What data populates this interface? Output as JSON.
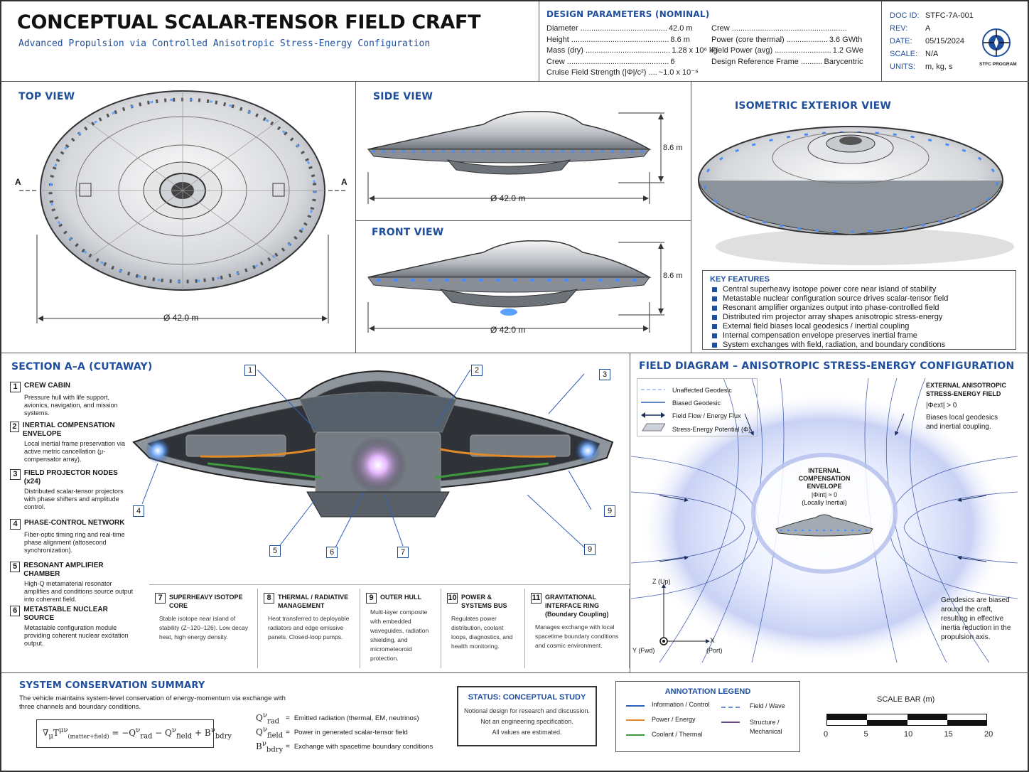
{
  "header": {
    "title": "CONCEPTUAL SCALAR-TENSOR FIELD CRAFT",
    "subtitle": "Advanced Propulsion via Controlled Anisotropic Stress-Energy Configuration"
  },
  "design_params": {
    "title": "DESIGN PARAMETERS (NOMINAL)",
    "left": [
      {
        "label": "Diameter ........................................",
        "value": "42.0 m"
      },
      {
        "label": "Height .............................................",
        "value": "8.6 m"
      },
      {
        "label": "Mass (dry) .......................................",
        "value": "1.28 x 10⁶ kg"
      },
      {
        "label": "Crew ...............................................",
        "value": "6"
      },
      {
        "label": "Cruise Field Strength (|Φ|/c²) ....",
        "value": "~1.0 x 10⁻⁶"
      }
    ],
    "right": [
      {
        "label": "Crew .....................................................",
        "value": ""
      },
      {
        "label": "Power (core thermal) ...................",
        "value": "3.6 GWth"
      },
      {
        "label": "Field Power (avg) ..........................",
        "value": "1.2 GWe"
      },
      {
        "label": "Design Reference Frame ..........",
        "value": "Barycentric"
      }
    ]
  },
  "doc": {
    "doc_id_label": "DOC ID:",
    "doc_id": "STFC-7A-001",
    "rev_label": "REV:",
    "rev": "A",
    "date_label": "DATE:",
    "date": "05/15/2024",
    "scale_label": "SCALE:",
    "scale": "N/A",
    "units_label": "UNITS:",
    "units": "m, kg, s",
    "program": "STFC PROGRAM"
  },
  "views": {
    "top": "TOP VIEW",
    "side": "SIDE VIEW",
    "front": "FRONT VIEW",
    "iso": "ISOMETRIC EXTERIOR VIEW",
    "section_marker": "A",
    "diameter": "Ø 42.0 m",
    "height": "8.6 m"
  },
  "key_features": {
    "title": "KEY FEATURES",
    "items": [
      "Central superheavy isotope power core near island of stability",
      "Metastable nuclear configuration source drives scalar-tensor field",
      "Resonant amplifier organizes output into phase-controlled field",
      "Distributed rim projector array shapes anisotropic stress-energy",
      "External field biases local geodesics / inertial coupling",
      "Internal compensation envelope preserves inertial frame",
      "System exchanges with field, radiation, and boundary conditions"
    ]
  },
  "section": {
    "title": "SECTION A–A (CUTAWAY)",
    "annotations": [
      {
        "n": "1",
        "head": "CREW CABIN",
        "body": "Pressure hull with life support, avionics, navigation, and mission systems."
      },
      {
        "n": "2",
        "head": "INERTIAL COMPENSATION ENVELOPE",
        "body": "Local inertial frame preservation via active metric cancellation (μ-compensator array)."
      },
      {
        "n": "3",
        "head": "FIELD PROJECTOR NODES (x24)",
        "body": "Distributed scalar-tensor projectors with phase shifters and amplitude control."
      },
      {
        "n": "4",
        "head": "PHASE-CONTROL NETWORK",
        "body": "Fiber-optic timing ring and real-time phase alignment (attosecond synchronization)."
      },
      {
        "n": "5",
        "head": "RESONANT AMPLIFIER CHAMBER",
        "body": "High-Q metamaterial resonator amplifies and conditions source output into coherent field."
      },
      {
        "n": "6",
        "head": "METASTABLE NUCLEAR SOURCE",
        "body": "Metastable configuration module providing coherent nuclear excitation output."
      }
    ],
    "callouts": [
      "1",
      "2",
      "3",
      "4",
      "5",
      "6",
      "7",
      "9",
      "9"
    ],
    "bottom": [
      {
        "n": "7",
        "head": "SUPERHEAVY ISOTOPE CORE",
        "body": "Stable isotope near island of stability (Z~120–126). Low decay heat, high energy density."
      },
      {
        "n": "8",
        "head": "THERMAL / RADIATIVE MANAGEMENT",
        "body": "Heat transferred to deployable radiators and edge emissive panels. Closed-loop pumps."
      },
      {
        "n": "9",
        "head": "OUTER HULL",
        "body": "Multi-layer composite with embedded waveguides, radiation shielding, and micrometeoroid protection."
      },
      {
        "n": "10",
        "head": "POWER & SYSTEMS BUS",
        "body": "Regulates power distribution, coolant loops, diagnostics, and health monitoring."
      },
      {
        "n": "11",
        "head": "GRAVITATIONAL INTERFACE RING (Boundary Coupling)",
        "body": "Manages exchange with local spacetime boundary conditions and cosmic environment."
      }
    ]
  },
  "field": {
    "title": "FIELD DIAGRAM – ANISOTROPIC STRESS-ENERGY CONFIGURATION",
    "legend": [
      "Unaffected Geodesic",
      "Biased Geodesic",
      "Field Flow / Energy Flux",
      "Stress-Energy Potential (Φ)"
    ],
    "ext_title": "EXTERNAL ANISOTROPIC STRESS-ENERGY FIELD",
    "ext_eq": "|Φext| > 0",
    "ext_body": "Biases local geodesics and inertial coupling.",
    "int_title": "INTERNAL COMPENSATION ENVELOPE",
    "int_eq": "|Φint| ≈ 0",
    "int_body": "(Locally Inertial)",
    "note": "Geodesics are biased around the craft, resulting in effective inertia reduction in the propulsion axis.",
    "axis_z": "Z (Up)",
    "axis_x": "X",
    "axis_port": "(Port)",
    "axis_fwd": "Y (Fwd)"
  },
  "conservation": {
    "title": "SYSTEM CONSERVATION SUMMARY",
    "text": "The vehicle maintains system-level conservation of energy-momentum via exchange with three channels and boundary conditions.",
    "terms": [
      {
        "sym": "Qν_rad",
        "desc": "Emitted radiation (thermal, EM, neutrinos)"
      },
      {
        "sym": "Qν_field",
        "desc": "Power in generated scalar-tensor field"
      },
      {
        "sym": "Bν_bdry",
        "desc": "Exchange with spacetime boundary conditions"
      }
    ]
  },
  "status": {
    "title": "STATUS: CONCEPTUAL STUDY",
    "lines": [
      "Notional design for research and discussion.",
      "Not an engineering specification.",
      "All values are estimated."
    ]
  },
  "annotation_legend": {
    "title": "ANNOTATION LEGEND",
    "items": [
      {
        "label": "Information / Control",
        "color": "#2e5fb8"
      },
      {
        "label": "Power / Energy",
        "color": "#e08a2a"
      },
      {
        "label": "Coolant / Thermal",
        "color": "#3f9a3f"
      },
      {
        "label": "Field / Wave",
        "color": "#6c8fd6"
      },
      {
        "label": "Structure / Mechanical",
        "color": "#6b4a8a"
      }
    ]
  },
  "scale_bar": {
    "title": "SCALE BAR (m)",
    "ticks": [
      "0",
      "5",
      "10",
      "15",
      "20"
    ]
  }
}
